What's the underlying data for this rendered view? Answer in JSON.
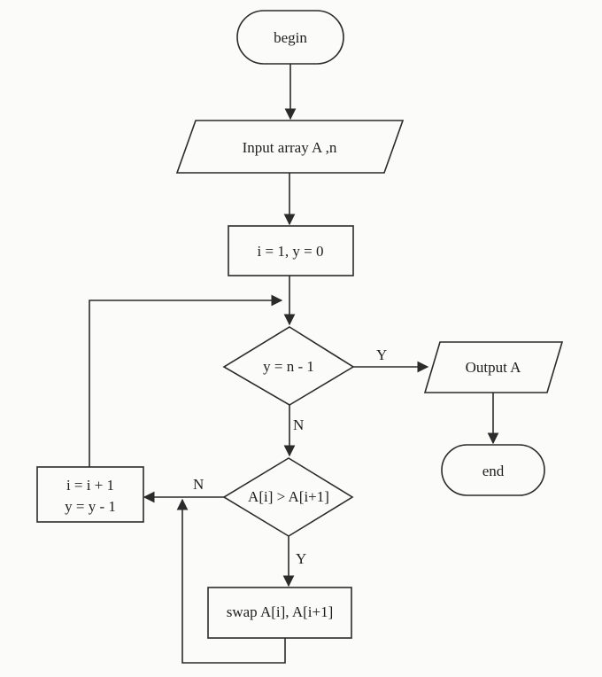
{
  "flowchart": {
    "begin": "begin",
    "input": "Input array A ,n",
    "init": "i = 1, y = 0",
    "cond1": "y = n - 1",
    "cond1_yes": "Y",
    "cond1_no": "N",
    "output": "Output A",
    "end": "end",
    "cond2": "A[i] > A[i+1]",
    "cond2_yes": "Y",
    "cond2_no": "N",
    "swap": "swap A[i], A[i+1]",
    "update_line1": "i = i + 1",
    "update_line2": "y = y - 1"
  }
}
